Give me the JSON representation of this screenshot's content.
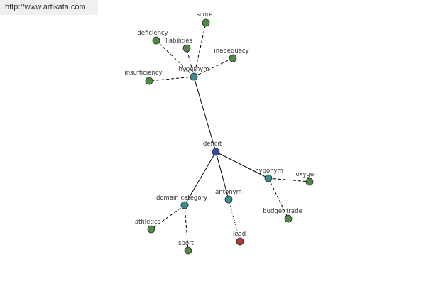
{
  "header": {
    "url": "http://www.artikata.com"
  },
  "colors": {
    "leaf": "#4f8a45",
    "relation": "#3c8c8c",
    "center": "#3a4aa0",
    "antonym_leaf": "#a83a3a"
  },
  "graph": {
    "nodes": [
      {
        "id": "deficit",
        "label": "deficit",
        "kind": "center"
      },
      {
        "id": "hypernym",
        "label": "hypernym",
        "kind": "relation"
      },
      {
        "id": "hyponym",
        "label": "hyponym",
        "kind": "relation"
      },
      {
        "id": "domain_category",
        "label": "domain category",
        "kind": "relation"
      },
      {
        "id": "antonym",
        "label": "antonym",
        "kind": "relation"
      },
      {
        "id": "score",
        "label": "score",
        "kind": "leaf"
      },
      {
        "id": "deficiency",
        "label": "deficiency",
        "kind": "leaf"
      },
      {
        "id": "liabilities",
        "label": "liabilities",
        "kind": "leaf"
      },
      {
        "id": "inadequacy",
        "label": "inadequacy",
        "kind": "leaf"
      },
      {
        "id": "insufficiency",
        "label": "insufficiency",
        "kind": "leaf"
      },
      {
        "id": "oxygen",
        "label": "oxygen",
        "kind": "leaf"
      },
      {
        "id": "budget_trade",
        "label": "budget trade",
        "kind": "leaf"
      },
      {
        "id": "athletics",
        "label": "athletics",
        "kind": "leaf"
      },
      {
        "id": "sport",
        "label": "sport",
        "kind": "leaf"
      },
      {
        "id": "lead",
        "label": "lead",
        "kind": "antonym_leaf"
      }
    ],
    "edges": [
      {
        "from": "deficit",
        "to": "hypernym",
        "style": "solid"
      },
      {
        "from": "deficit",
        "to": "hyponym",
        "style": "solid"
      },
      {
        "from": "deficit",
        "to": "domain_category",
        "style": "solid"
      },
      {
        "from": "deficit",
        "to": "antonym",
        "style": "solid"
      },
      {
        "from": "hypernym",
        "to": "score",
        "style": "dashed"
      },
      {
        "from": "hypernym",
        "to": "deficiency",
        "style": "dashed"
      },
      {
        "from": "hypernym",
        "to": "liabilities",
        "style": "dashed"
      },
      {
        "from": "hypernym",
        "to": "inadequacy",
        "style": "dashed"
      },
      {
        "from": "hypernym",
        "to": "insufficiency",
        "style": "dashed"
      },
      {
        "from": "hyponym",
        "to": "oxygen",
        "style": "dashed"
      },
      {
        "from": "hyponym",
        "to": "budget_trade",
        "style": "dashed"
      },
      {
        "from": "domain_category",
        "to": "athletics",
        "style": "dashed"
      },
      {
        "from": "domain_category",
        "to": "sport",
        "style": "dashed"
      },
      {
        "from": "antonym",
        "to": "lead",
        "style": "dotted"
      }
    ]
  }
}
